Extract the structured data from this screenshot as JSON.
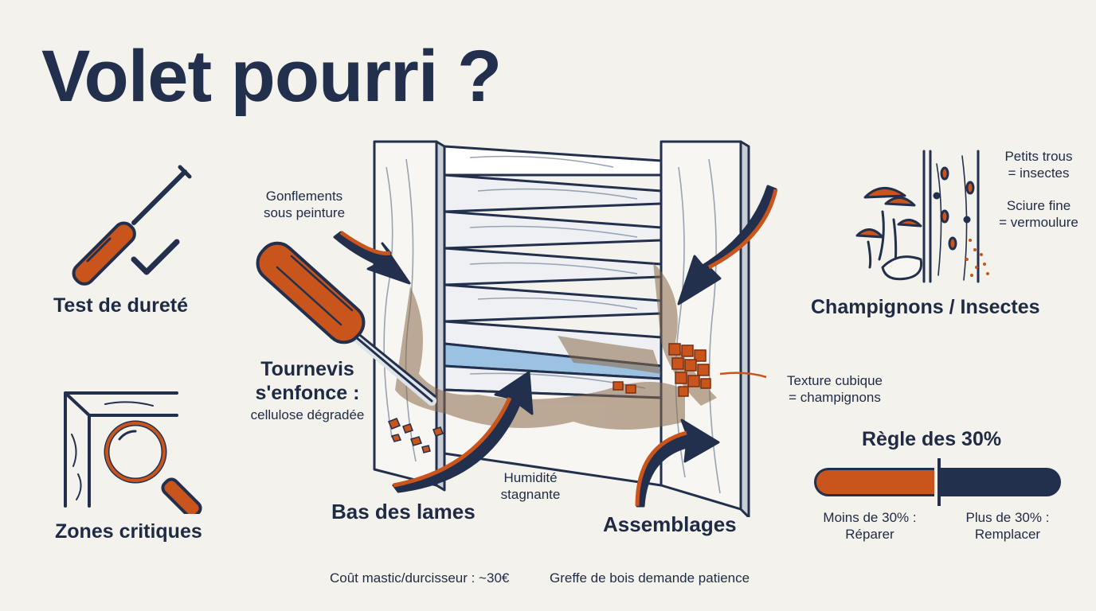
{
  "title": "Volet pourri ?",
  "left_panel": {
    "hardness_label": "Test de dureté",
    "zones_label": "Zones critiques"
  },
  "callouts": {
    "swelling": [
      "Gonflements",
      "sous peinture"
    ],
    "screwdriver_title": [
      "Tournevis",
      "s'enfonce :"
    ],
    "screwdriver_note": "cellulose dégradée",
    "humidity": [
      "Humidité",
      "stagnante"
    ],
    "bottom_slats": "Bas des lames",
    "joints": "Assemblages",
    "cubic_texture": [
      "Texture cubique",
      "= champignons"
    ]
  },
  "right_panel": {
    "fungi_insects_label": "Champignons / Insectes",
    "holes_note": [
      "Petits trous",
      "= insectes"
    ],
    "dust_note": [
      "Sciure fine",
      "= vermoulure"
    ],
    "rule_title": "Règle des 30%",
    "rule_value_percent": 30,
    "rule_left": [
      "Moins de 30% :",
      "Réparer"
    ],
    "rule_right": [
      "Plus de 30% :",
      "Remplacer"
    ]
  },
  "footer": {
    "cost": "Coût mastic/durcisseur : ~30€",
    "graft": "Greffe de bois demande patience"
  },
  "colors": {
    "navy": "#22304d",
    "orange": "#c9541c",
    "background": "#f4f2ec",
    "rot_brown": "#8a6a4a"
  },
  "icons": [
    "screwdriver-icon",
    "check-icon",
    "magnifier-icon",
    "mushroom-icon",
    "arrow-icon"
  ]
}
